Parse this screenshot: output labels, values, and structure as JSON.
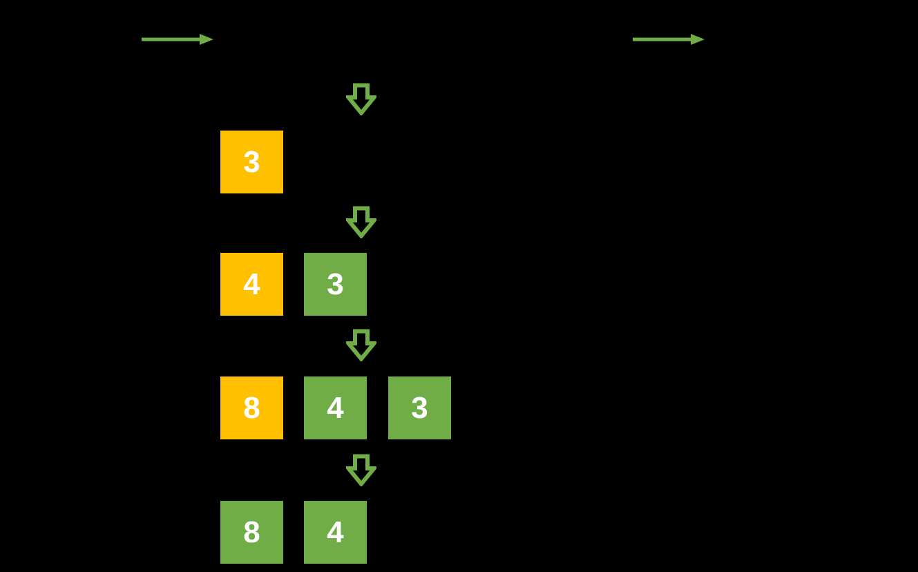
{
  "colors": {
    "background": "#000000",
    "green": "#70AD47",
    "yellow": "#FFC000",
    "digit": "#FFFFFF"
  },
  "icons": {
    "horizontal_arrow": "right-arrow",
    "down_arrow": "down-block-arrow-outline"
  },
  "stack_rows": [
    {
      "squares": [
        {
          "value": "3",
          "color": "yellow"
        }
      ]
    },
    {
      "squares": [
        {
          "value": "4",
          "color": "yellow"
        },
        {
          "value": "3",
          "color": "green"
        }
      ]
    },
    {
      "squares": [
        {
          "value": "8",
          "color": "yellow"
        },
        {
          "value": "4",
          "color": "green"
        },
        {
          "value": "3",
          "color": "green"
        }
      ]
    },
    {
      "squares": [
        {
          "value": "8",
          "color": "green"
        },
        {
          "value": "4",
          "color": "green"
        }
      ]
    }
  ]
}
